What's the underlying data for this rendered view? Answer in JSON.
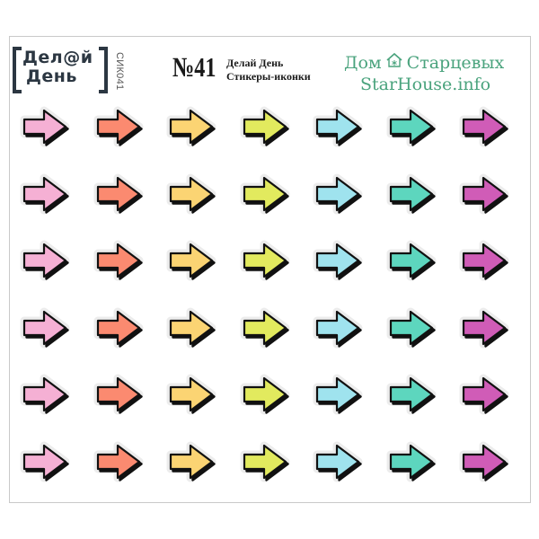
{
  "logo": {
    "line1": "Дел@й",
    "line2": "День"
  },
  "sku": "СИК041",
  "header": {
    "number": "№41",
    "subtitle_line1": "Делай  День",
    "subtitle_line2": "Стикеры-иконки"
  },
  "brand": {
    "line1_part1": "Дом",
    "icon": "house-snowflake-icon",
    "line1_part2": "Старцевых",
    "line2": "StarHouse.info",
    "color": "#4aa37d"
  },
  "stickers": {
    "rows": 6,
    "columns": 7,
    "icon": "right-arrow-icon",
    "column_colors": [
      "#f5b0d4",
      "#fb8a70",
      "#fbd473",
      "#e2ea5e",
      "#9fe3ee",
      "#5dd6be",
      "#d05cb7"
    ]
  }
}
